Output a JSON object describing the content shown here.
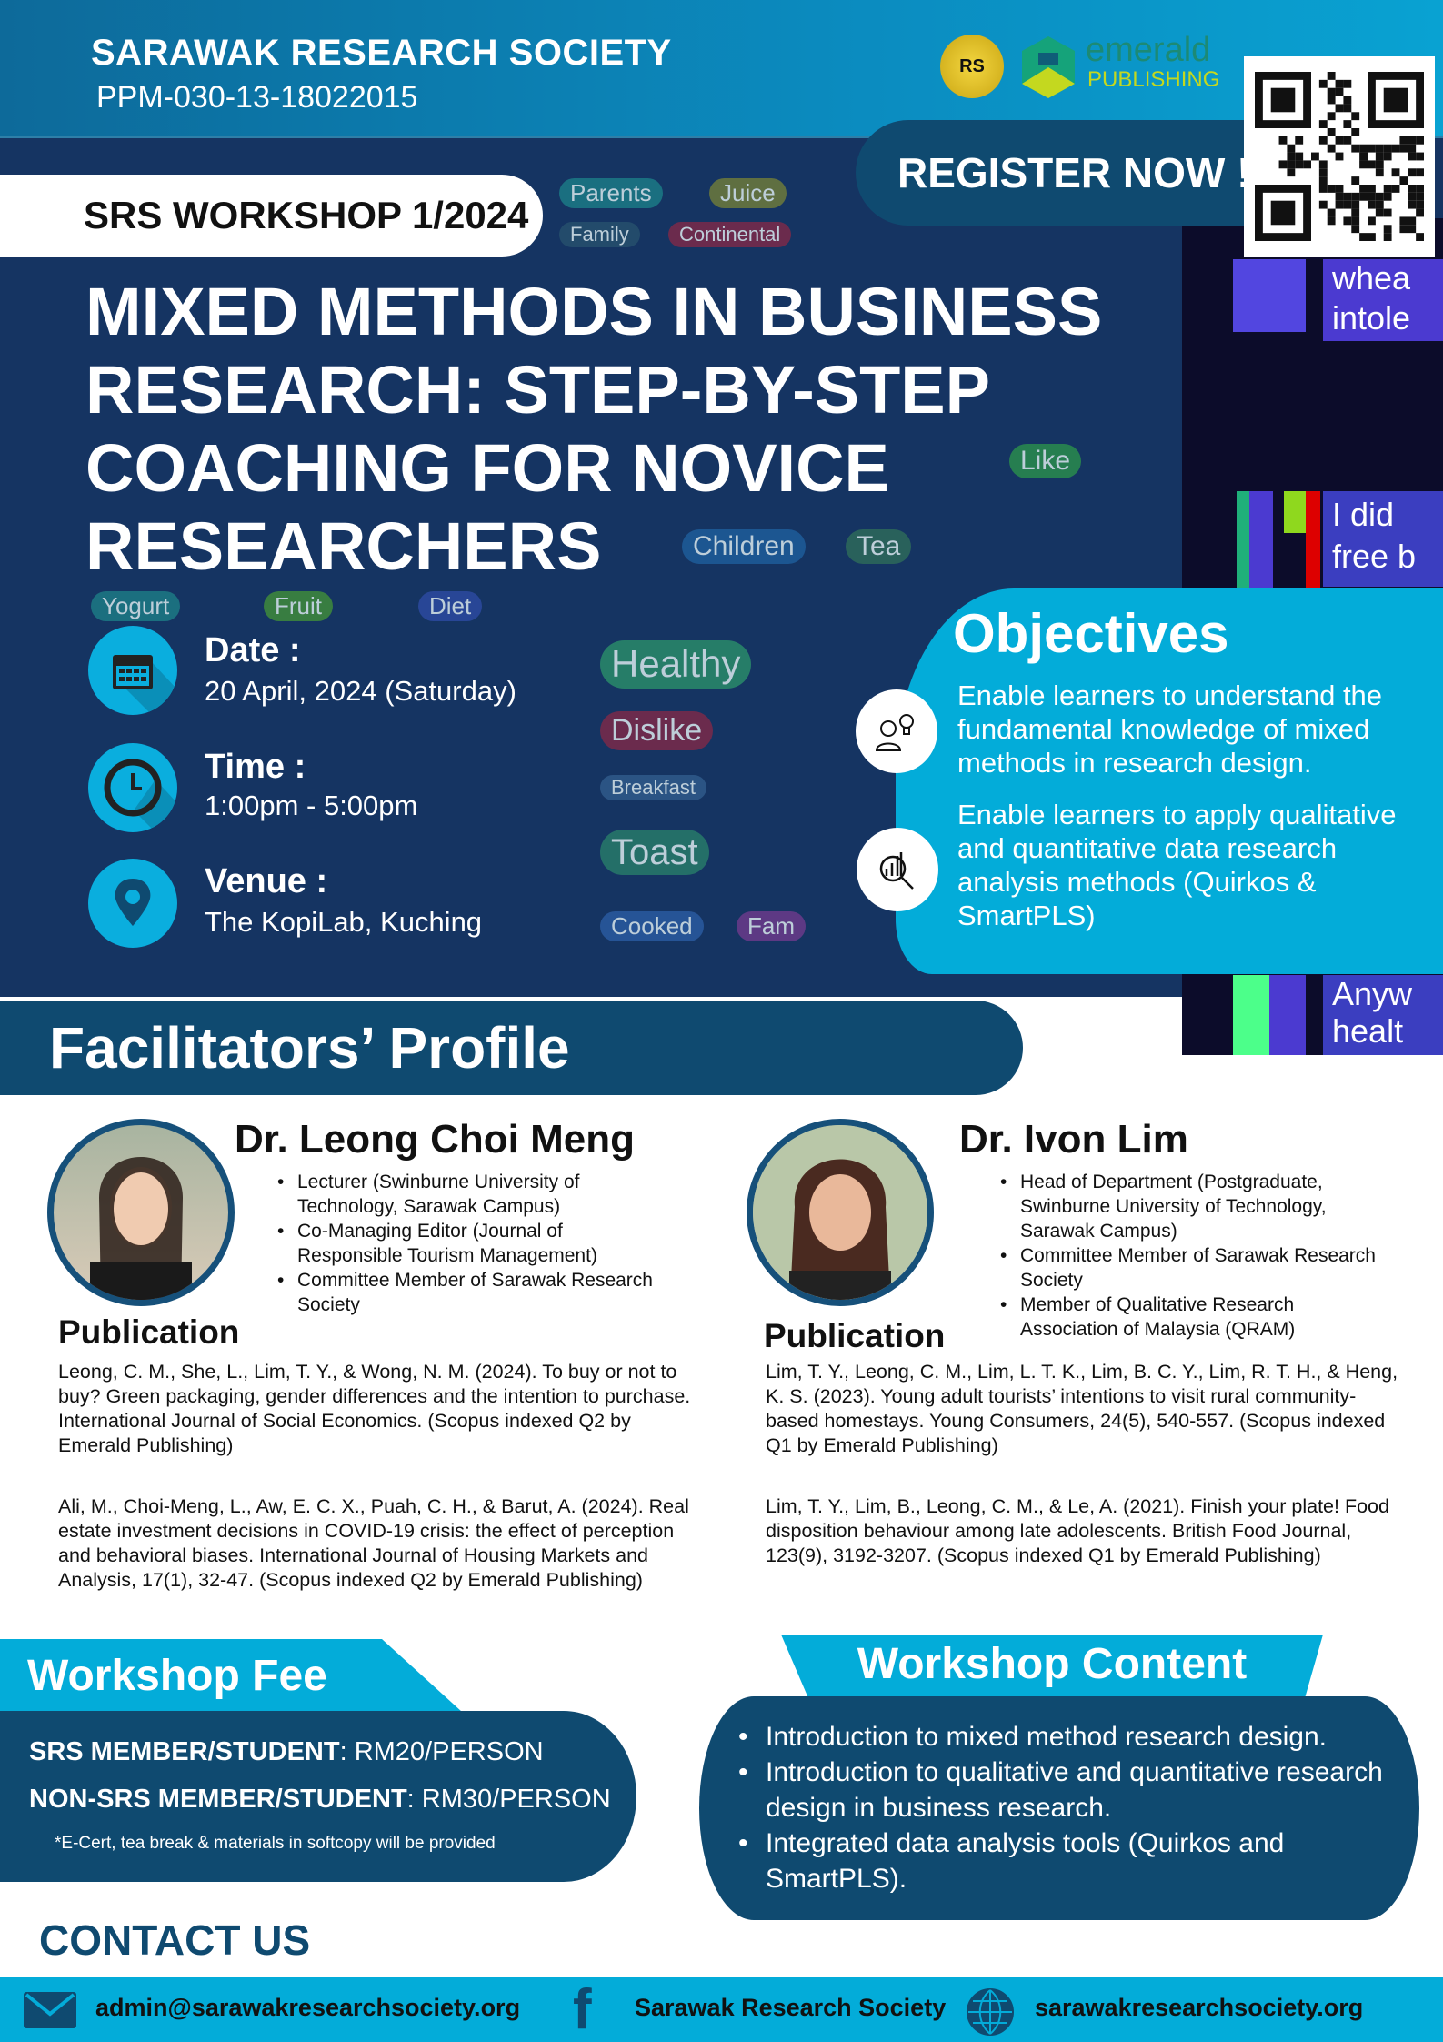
{
  "header": {
    "organization": "SARAWAK RESEARCH SOCIETY",
    "registration_no": "PPM-030-13-18022015",
    "logos": [
      "srs-logo",
      "emerald-publishing-logo"
    ],
    "partner_logo_text": [
      "emerald",
      "PUBLISHING"
    ]
  },
  "workshop_badge": "SRS WORKSHOP 1/2024",
  "register_label": "REGISTER NOW !",
  "title_lines": [
    "MIXED METHODS IN BUSINESS",
    "RESEARCH: STEP-BY-STEP",
    "COACHING FOR NOVICE",
    "RESEARCHERS"
  ],
  "background_words": [
    "Parents",
    "Juice",
    "Family",
    "Continental",
    "Like",
    "Children",
    "Tea",
    "Yogurt",
    "Fruit",
    "Diet",
    "Healthy",
    "Dislike",
    "Breakfast",
    "Toast",
    "Cooked",
    "Fam"
  ],
  "strip_words": [
    "whea",
    "intole",
    "I did",
    "free b",
    "Anyw",
    "healt"
  ],
  "details": {
    "date": {
      "label": "Date :",
      "value": "20 April, 2024 (Saturday)",
      "icon": "calendar-icon"
    },
    "time": {
      "label": "Time :",
      "value": "1:00pm - 5:00pm",
      "icon": "clock-icon"
    },
    "venue": {
      "label": "Venue :",
      "value": "The KopiLab, Kuching",
      "icon": "location-pin-icon"
    }
  },
  "objectives": {
    "title": "Objectives",
    "items": [
      {
        "text": "Enable learners to understand the fundamental knowledge of mixed methods in research design.",
        "icon": "person-lightbulb-icon"
      },
      {
        "text": "Enable learners to apply qualitative and quantitative data research analysis methods (Quirkos & SmartPLS)",
        "icon": "chart-magnifier-icon"
      }
    ]
  },
  "facilitators": {
    "title": "Facilitators’ Profile",
    "people": [
      {
        "name": "Dr. Leong Choi Meng",
        "roles": [
          "Lecturer (Swinburne University of Technology, Sarawak Campus)",
          "Co-Managing Editor (Journal of Responsible Tourism Management)",
          "Committee Member of Sarawak Research Society"
        ],
        "publication_heading": "Publication",
        "publications": [
          "Leong, C. M., She, L., Lim, T. Y., & Wong, N. M. (2024). To buy or not to buy? Green packaging, gender differences and the intention to purchase. International Journal of Social Economics. (Scopus indexed Q2 by Emerald Publishing)",
          "Ali, M., Choi-Meng, L., Aw, E. C. X., Puah, C. H., & Barut, A. (2024). Real estate investment decisions in COVID-19 crisis: the effect of perception and behavioral biases. International Journal of Housing Markets and Analysis, 17(1), 32-47. (Scopus indexed Q2 by Emerald Publishing)"
        ]
      },
      {
        "name": "Dr. Ivon Lim",
        "roles": [
          "Head of Department (Postgraduate, Swinburne University of Technology, Sarawak Campus)",
          "Committee Member of Sarawak Research Society",
          "Member of Qualitative Research Association of Malaysia (QRAM)"
        ],
        "publication_heading": "Publication",
        "publications": [
          "Lim, T. Y., Leong, C. M., Lim, L. T. K., Lim, B. C. Y., Lim, R. T. H., & Heng, K. S. (2023). Young adult tourists’ intentions to visit rural community-based homestays. Young Consumers, 24(5), 540-557. (Scopus indexed Q1 by Emerald Publishing)",
          "Lim, T. Y., Lim, B., Leong, C. M., & Le, A. (2021). Finish your plate! Food disposition behaviour among late adolescents. British Food Journal, 123(9), 3192-3207. (Scopus indexed Q1 by Emerald Publishing)"
        ]
      }
    ]
  },
  "fee": {
    "title": "Workshop Fee",
    "rows": [
      {
        "category": "SRS MEMBER/STUDENT",
        "price": ": RM20/PERSON"
      },
      {
        "category": "NON-SRS MEMBER/STUDENT",
        "price": ": RM30/PERSON"
      }
    ],
    "note": "*E-Cert, tea break & materials in softcopy will be provided"
  },
  "content": {
    "title": "Workshop Content",
    "items": [
      "Introduction to mixed method research design.",
      "Introduction to qualitative and quantitative research design in business research.",
      "Integrated data analysis tools (Quirkos and SmartPLS)."
    ]
  },
  "contact": {
    "title": "CONTACT US",
    "email": "admin@sarawakresearchsociety.org",
    "facebook": "Sarawak Research Society",
    "website": "sarawakresearchsociety.org"
  },
  "colors": {
    "navy": "#0f4a70",
    "cyan": "#03acd9",
    "hero": "#153462"
  }
}
